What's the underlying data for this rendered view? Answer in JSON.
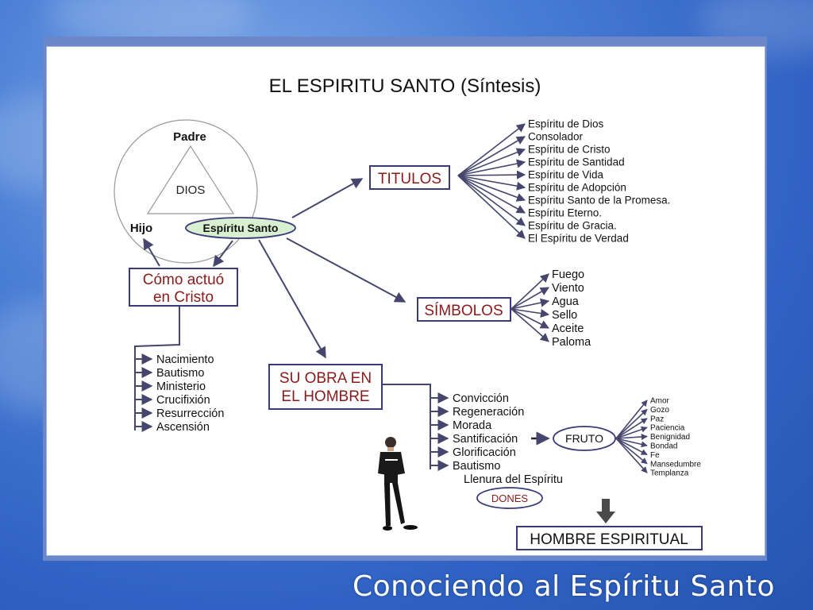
{
  "title": "EL ESPIRITU SANTO (Síntesis)",
  "trinity": {
    "top": "Padre",
    "center": "DIOS",
    "left": "Hijo",
    "right": "Espíritu Santo"
  },
  "titulos": {
    "label": "TITULOS",
    "items": [
      "Espíritu de Dios",
      "Consolador",
      "Espíritu de Cristo",
      "Espíritu de Santidad",
      "Espíritu de Vida",
      "Espíritu de Adopción",
      "Espíritu Santo de la Promesa.",
      "Espíritu Eterno.",
      "Espíritu de Gracia.",
      "El Espíritu de Verdad"
    ]
  },
  "simbolos": {
    "label": "SÍMBOLOS",
    "items": [
      "Fuego",
      "Viento",
      "Agua",
      "Sello",
      "Aceite",
      "Paloma"
    ]
  },
  "cristo": {
    "line1": "Cómo actuó",
    "line2": "en Cristo",
    "items": [
      "Nacimiento",
      "Bautismo",
      "Ministerio",
      "Crucifixión",
      "Resurrección",
      "Ascensión"
    ]
  },
  "obra": {
    "line1": "SU OBRA EN",
    "line2": "EL HOMBRE",
    "items": [
      "Convicción",
      "Regeneración",
      "Morada",
      "Santificación",
      "Glorificación",
      "Bautismo"
    ],
    "llenura": "Llenura del Espíritu",
    "dones": "DONES"
  },
  "fruto": {
    "label": "FRUTO",
    "items": [
      "Amor",
      "Gozo",
      "Paz",
      "Paciencia",
      "Benignidad",
      "Bondad",
      "Fe",
      "Mansedumbre",
      "Templanza"
    ]
  },
  "resultado": "HOMBRE ESPIRITUAL",
  "footer": "Conociendo al Espíritu Santo",
  "colors": {
    "box_border": "#3a3a7a",
    "box_text": "#8b1a1a",
    "arrow": "#45456e",
    "pill_fill": "#d8f0d0"
  }
}
